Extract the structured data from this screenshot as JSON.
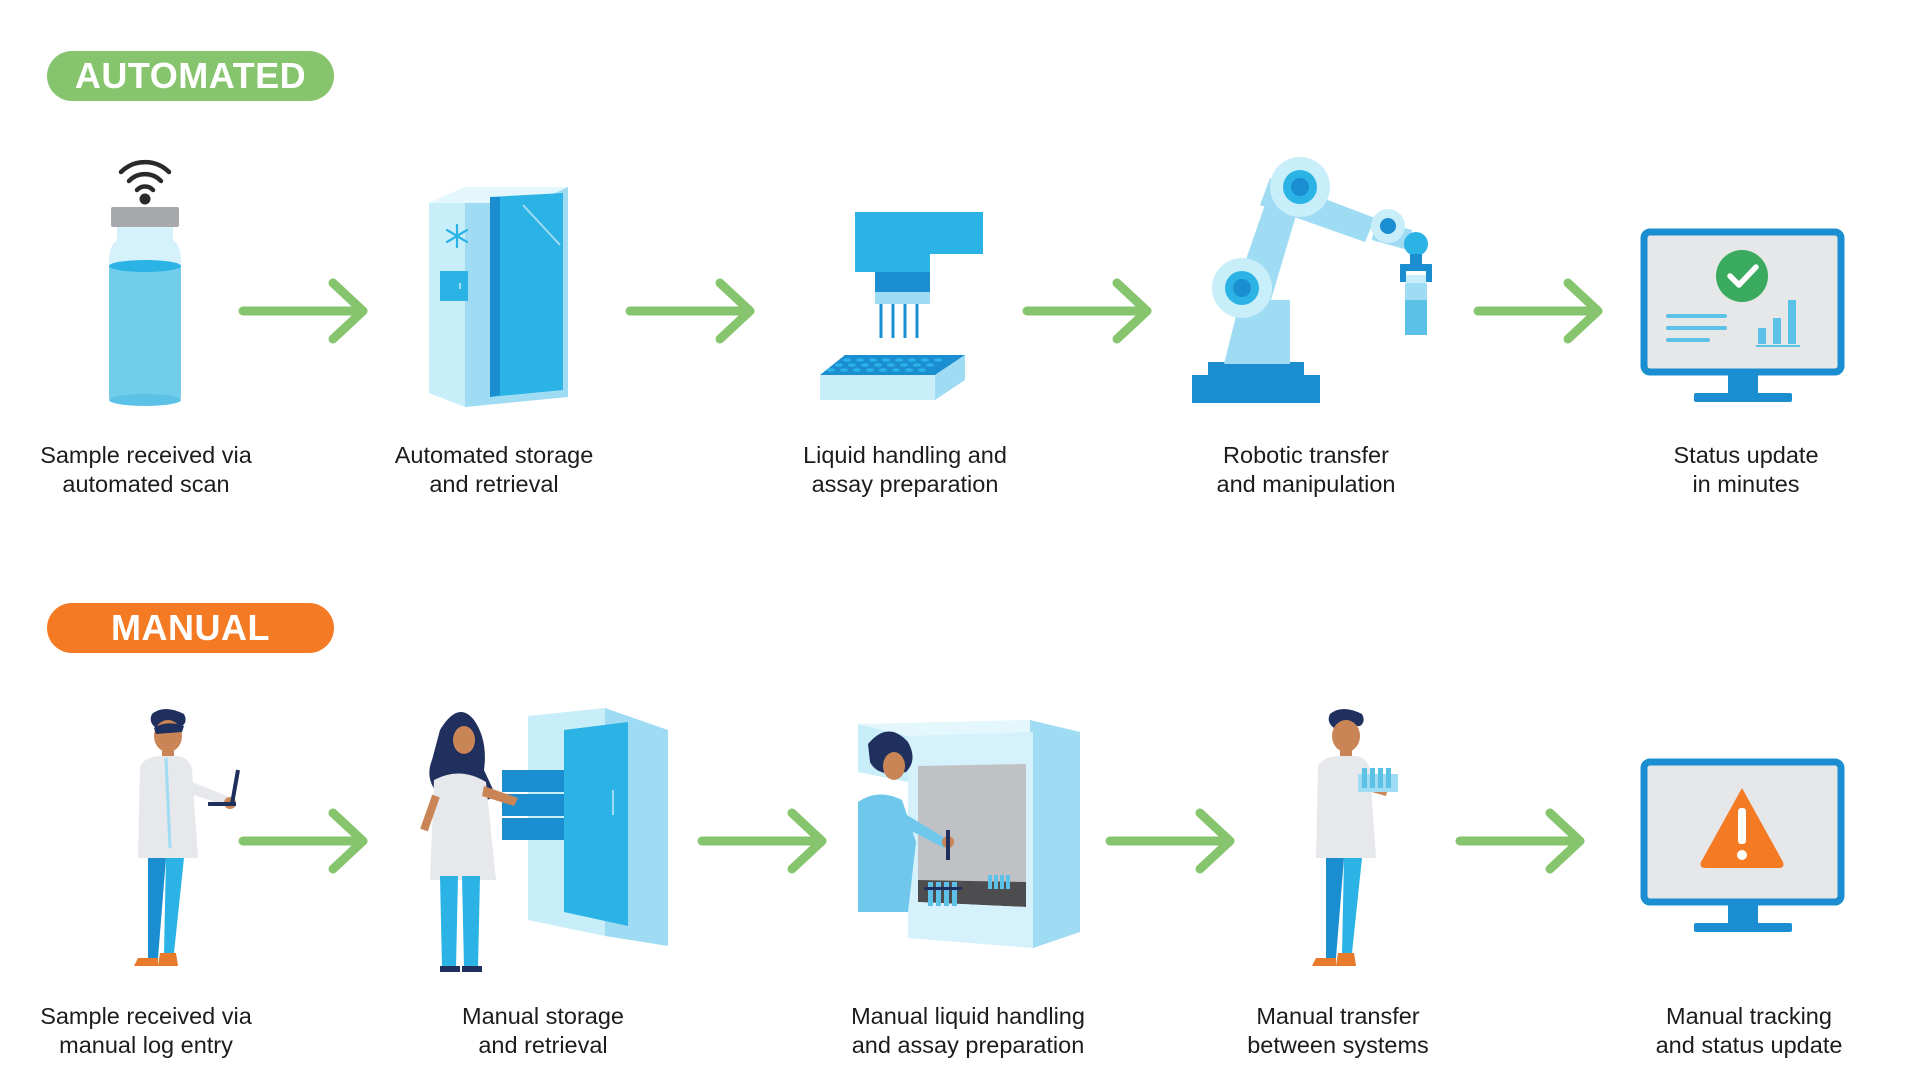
{
  "colors": {
    "automated_badge": "#86C56E",
    "manual_badge": "#F47A23",
    "arrow": "#86C56E",
    "blue_dark": "#1A8ED1",
    "blue_mid": "#2BB3E6",
    "blue_light": "#9FDCF3",
    "blue_pale": "#D5F1FB",
    "navy": "#1F2F5E",
    "skin": "#C98555",
    "coat": "#E7E8EC"
  },
  "automated": {
    "badge": "AUTOMATED",
    "steps": [
      {
        "icon": "sample-vial-wifi-icon",
        "line1": "Sample received via",
        "line2": "automated scan"
      },
      {
        "icon": "automated-freezer-icon",
        "line1": "Automated storage",
        "line2": "and retrieval"
      },
      {
        "icon": "liquid-handler-icon",
        "line1": "Liquid handling and",
        "line2": "assay preparation"
      },
      {
        "icon": "robotic-arm-icon",
        "line1": "Robotic transfer",
        "line2": "and manipulation"
      },
      {
        "icon": "monitor-check-icon",
        "line1": "Status update",
        "line2": "in minutes"
      }
    ]
  },
  "manual": {
    "badge": "MANUAL",
    "steps": [
      {
        "icon": "scientist-laptop-icon",
        "line1": "Sample received via",
        "line2": "manual log entry"
      },
      {
        "icon": "scientist-freezer-icon",
        "line1": "Manual storage",
        "line2": "and retrieval"
      },
      {
        "icon": "scientist-hood-icon",
        "line1": "Manual liquid handling",
        "line2": "and assay preparation"
      },
      {
        "icon": "scientist-tube-rack-icon",
        "line1": "Manual transfer",
        "line2": "between systems"
      },
      {
        "icon": "monitor-warning-icon",
        "line1": "Manual tracking",
        "line2": "and status update"
      }
    ]
  }
}
